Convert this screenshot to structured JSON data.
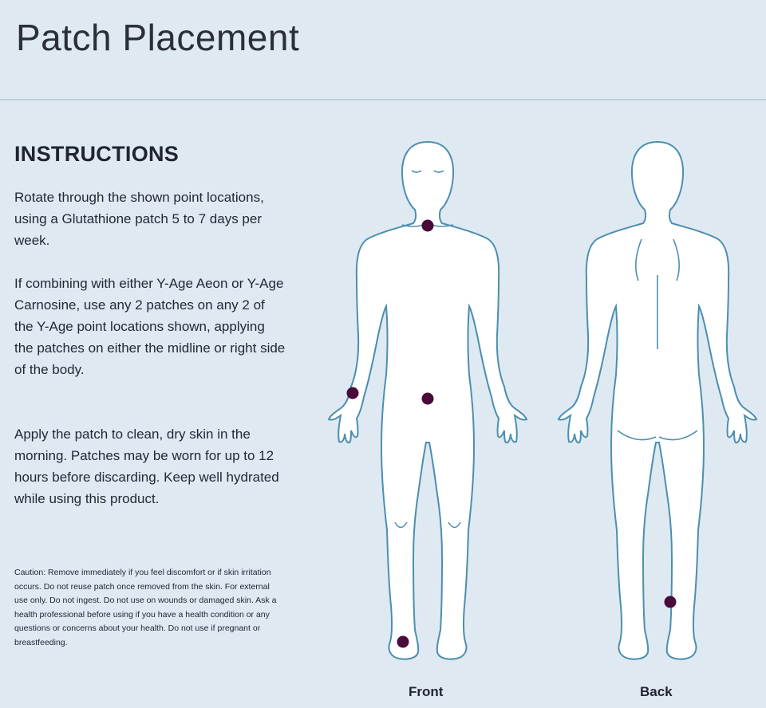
{
  "page": {
    "title": "Patch Placement"
  },
  "instructions": {
    "heading": "INSTRUCTIONS",
    "paragraph_1": "Rotate through the shown point locations, using a Glutathione patch 5 to 7 days per week.",
    "paragraph_2": "If combining with either Y-Age Aeon or Y-Age Carnosine, use any 2 patches on any 2 of the Y-Age point locations shown, applying the patches on either the midline or right side of the body.",
    "paragraph_3": "Apply the patch to clean, dry skin in the morning. Patches may be worn for up to 12 hours before discarding. Keep well hydrated while using this product.",
    "caution": "Caution: Remove immediately if you feel discomfort or if skin irritation occurs. Do not reuse patch once removed from the skin. For external use only. Do not ingest. Do not use on wounds or damaged skin. Ask a health professional before using if you have a health condition or any questions or concerns about your health. Do not use if pregnant or breastfeeding."
  },
  "figures": {
    "front_label": "Front",
    "back_label": "Back",
    "body_fill": "#ffffff",
    "body_stroke": "#4c8fae",
    "point_color": "#4a0a3a",
    "points": [
      "front-neck",
      "front-wrist",
      "front-abdomen",
      "front-foot",
      "back-calf"
    ]
  },
  "colors": {
    "background": "#dfe9f2",
    "divider": "#bccfe0"
  }
}
